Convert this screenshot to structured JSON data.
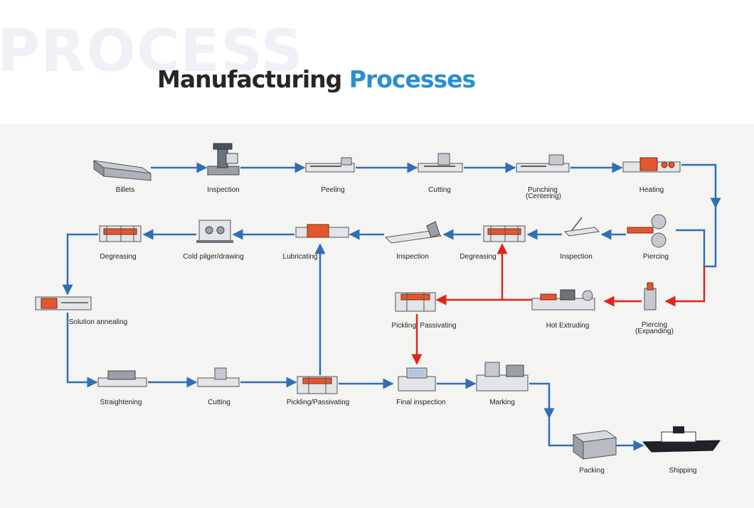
{
  "header": {
    "watermark": "PROCESS",
    "title_main": "Manufacturing",
    "title_accent": "Processes"
  },
  "colors": {
    "flow_blue": "#2f6fb7",
    "flow_red": "#e2231a",
    "accent": "#2a8fd0",
    "heat_orange": "#e4572e"
  },
  "steps": {
    "billets": "Billets",
    "inspection_1": "Inspection",
    "peeling": "Peeling",
    "cutting_1": "Cutting",
    "punching_line1": "Punching",
    "punching_line2": "(Centering)",
    "heating": "Heating",
    "piercing": "Piercing",
    "inspection_2": "Inspection",
    "degreasing_1": "Degreasing",
    "inspection_3": "Inspection",
    "lubricating": "Lubricating",
    "cold_pilger": "Cold pilger/drawing",
    "degreasing_2": "Degreasing",
    "solution_annealing": "Solution annealing",
    "pickling_passivating_1": "Pickling  Passivating",
    "hot_extruding": "Hot Extruding",
    "piercing_exp_line1": "Piercing",
    "piercing_exp_line2": "(Expanding)",
    "straightening": "Straightening",
    "cutting_2": "Cutting",
    "pickling_passivating_2": "Pickling/Passivating",
    "final_inspection": "Final inspection",
    "marking": "Marking",
    "packing": "Packing",
    "shipping": "Shipping"
  }
}
